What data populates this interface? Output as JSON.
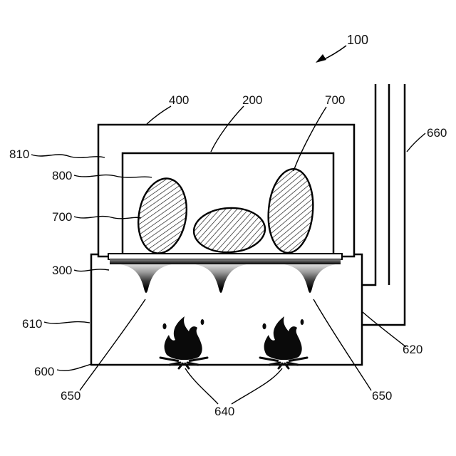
{
  "diagram": {
    "background": "#ffffff",
    "line_color": "#000000",
    "dark_fill": "#0a0a0a",
    "labels": {
      "r100": "100",
      "r400": "400",
      "r200": "200",
      "r700_top": "700",
      "r660": "660",
      "r810": "810",
      "r800": "800",
      "r700_left": "700",
      "r300": "300",
      "r610": "610",
      "r600": "600",
      "r650_left": "650",
      "r640": "640",
      "r650_right": "650",
      "r620": "620"
    }
  }
}
